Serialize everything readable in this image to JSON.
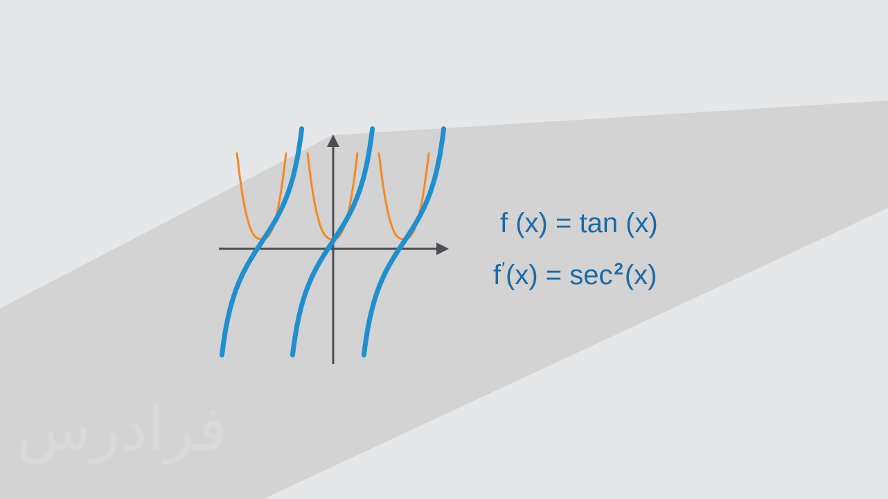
{
  "formulas": {
    "f_lhs": "f (x) = tan (x)",
    "fp_f": "f",
    "fp_prime": "′",
    "fp_mid": "(x) = sec",
    "fp_exp": "2",
    "fp_end": "(x)"
  },
  "watermark": "فرادرس",
  "colors": {
    "background": "#e6e7e8",
    "shadow": "#d3d3d3",
    "axis": "#4d4d4f",
    "tan_curve": "#1f8fcf",
    "sec2_curve": "#f28a24",
    "formula_text": "#1b6aa5"
  }
}
